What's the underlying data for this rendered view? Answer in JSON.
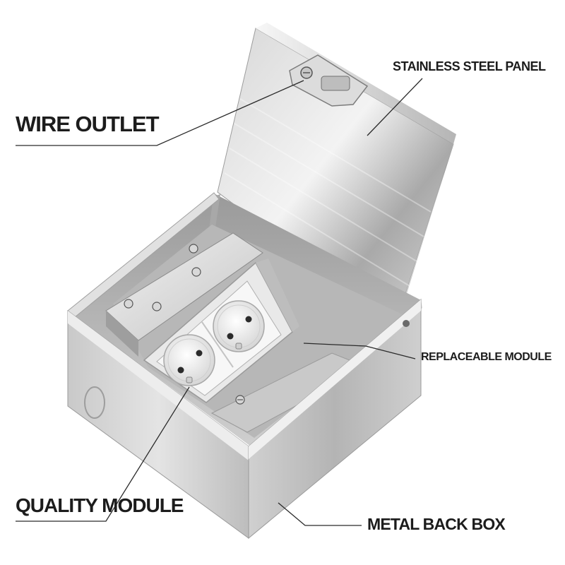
{
  "labels": {
    "wire_outlet": "WIRE OUTLET",
    "stainless_steel_panel": "STAINLESS STEEL PANEL",
    "replaceable_module": "REPLACEABLE MODULE",
    "quality_module": "QUALITY MODULE",
    "metal_back_box": "METAL BACK BOX"
  },
  "colors": {
    "label_text": "#1c1c1c",
    "leader_line": "#2a2a2a",
    "steel_light": "#e6e6e6",
    "steel_mid": "#b9b9b9",
    "steel_dark": "#8c8c8c",
    "socket_face": "#f4f4f4"
  },
  "socket": {
    "count": 2,
    "standard_icon": "french-socket-icon"
  }
}
